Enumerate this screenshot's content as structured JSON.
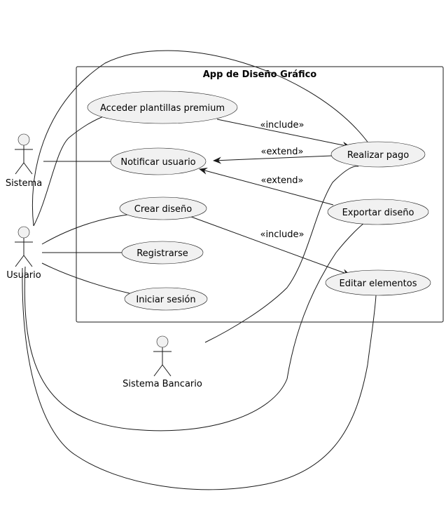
{
  "system_title": "App de Diseño Gráfico",
  "actors": {
    "sistema": "Sistema",
    "usuario": "Usuario",
    "sistema_bancario": "Sistema Bancario"
  },
  "use_cases": {
    "acceder": "Acceder plantillas premium",
    "notificar": "Notificar usuario",
    "crear": "Crear diseño",
    "registrarse": "Registrarse",
    "iniciar": "Iniciar sesión",
    "pago": "Realizar pago",
    "exportar": "Exportar diseño",
    "editar": "Editar elementos"
  },
  "relations": {
    "include_1": "«include»",
    "extend_1": "«extend»",
    "extend_2": "«extend»",
    "include_2": "«include»"
  },
  "colors": {
    "fill": "#f1f1f1",
    "stroke": "#181818"
  }
}
